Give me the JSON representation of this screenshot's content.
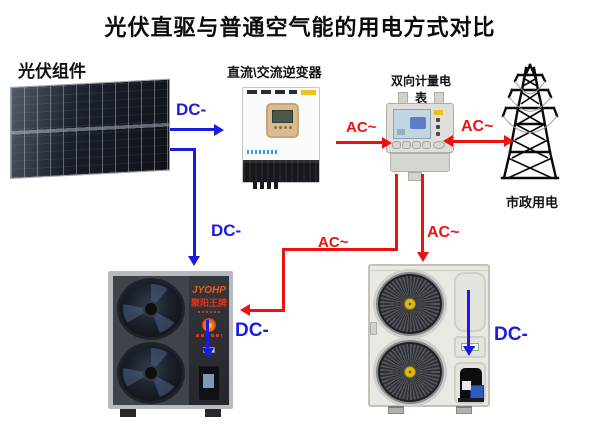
{
  "title": "光伏直驱与普通空气能的用电方式对比",
  "colors": {
    "dc_blue": "#1c1ce0",
    "ac_red": "#ee1111"
  },
  "nodes": {
    "pv_label": "光伏组件",
    "inverter_label": "直流\\交流逆变器",
    "meter_label": "双向计量电表",
    "grid_label": "市政用电",
    "left_unit_brand": "JYOHP",
    "left_unit_brand_cn": "聚阳王牌"
  },
  "edges": {
    "pv_to_inverter": "DC-",
    "pv_to_left_unit": "DC-",
    "left_unit_dc": "DC-",
    "right_unit_dc": "DC-",
    "inverter_to_meter": "AC~",
    "meter_to_grid": "AC~",
    "meter_to_left_unit": "AC~",
    "meter_to_right_unit": "AC~"
  }
}
